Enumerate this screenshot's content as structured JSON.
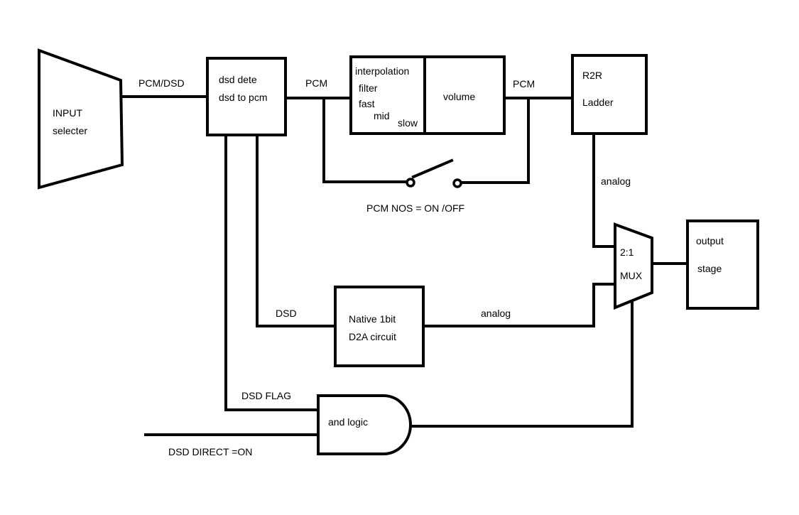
{
  "blocks": {
    "input_selector": {
      "line1": "INPUT",
      "line2": "selecter"
    },
    "dsd_detect": {
      "line1": "dsd dete",
      "line2": "dsd to pcm"
    },
    "interpolation_filter": {
      "title": "interpolation",
      "subtitle": "filter",
      "options": [
        "fast",
        "mid",
        "slow"
      ]
    },
    "volume": {
      "label": "volume"
    },
    "r2r_ladder": {
      "line1": "R2R",
      "line2": "Ladder"
    },
    "native_dac": {
      "line1": "Native 1bit",
      "line2": "D2A circuit"
    },
    "mux": {
      "line1": "2:1",
      "line2": "MUX"
    },
    "output_stage": {
      "line1": "output",
      "line2": "stage"
    },
    "and_gate": {
      "label": "and logic"
    }
  },
  "signals": {
    "pcm_dsd": "PCM/DSD",
    "pcm_after_detect": "PCM",
    "pcm_after_volume": "PCM",
    "analog_r2r": "analog",
    "analog_native": "analog",
    "dsd": "DSD",
    "dsd_flag": "DSD FLAG",
    "dsd_direct": "DSD DIRECT =ON",
    "nos_switch": "PCM NOS  = ON /OFF"
  },
  "colors": {
    "ink": "#000000",
    "background": "#ffffff"
  }
}
